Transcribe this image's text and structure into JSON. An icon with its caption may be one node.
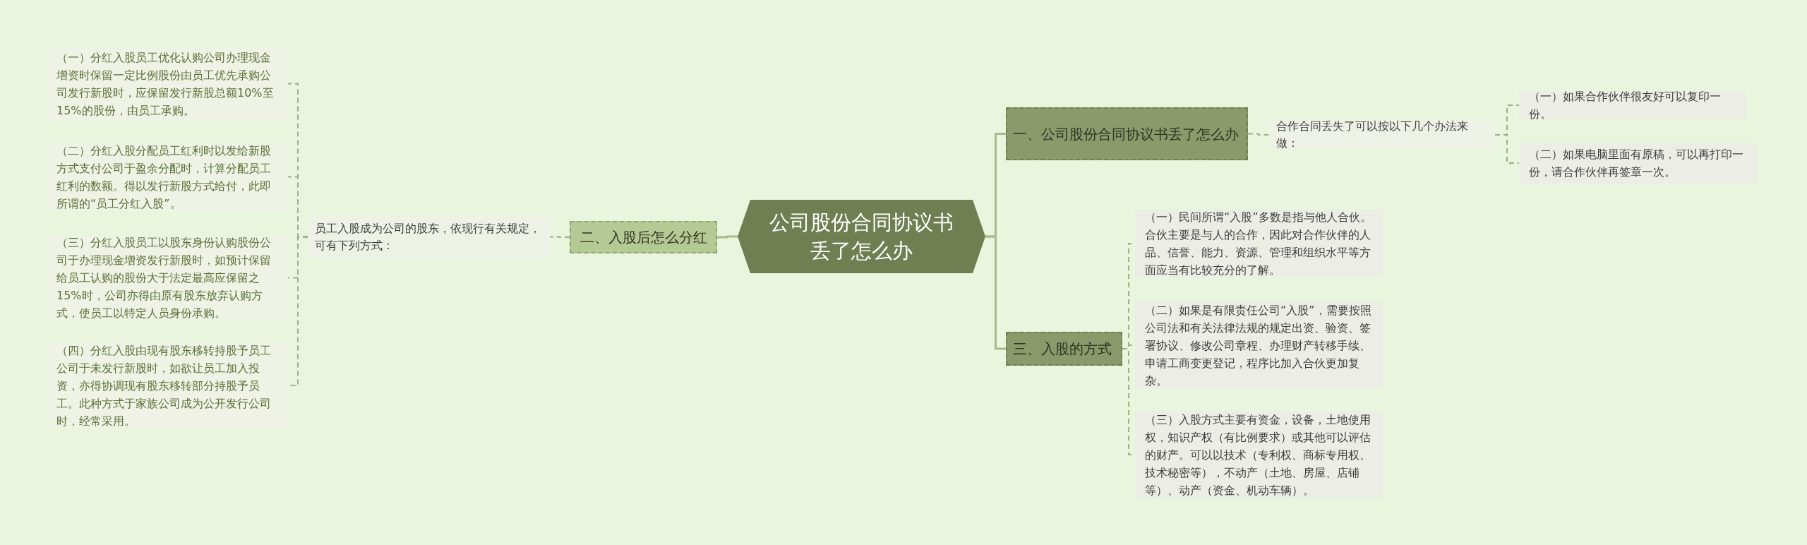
{
  "diagram": {
    "nodes": [
      {
        "text": [
          "公司股份合同协议书丢了怎么办"
        ]
      },
      {
        "text": [
          "一、公司股份合同协议书丢了怎么办"
        ]
      },
      {
        "text": [
          "合作合同丢失了可以按以下几个办法来做："
        ]
      },
      {
        "text": [
          "（一）如果合作伙伴很友好可以复印一份。"
        ]
      },
      {
        "text": [
          "（二）如果电脑里面有原稿，可以再打印一份，请合作伙伴再签章一次。"
        ]
      },
      {
        "text": [
          "三、入股的方式"
        ]
      },
      {
        "text": [
          "（一）民间所谓“入股”多数是指与他人合伙。合伙主要是与人的合作，因此对合作伙伴的人品、信誉、能力、资源、管理和组织水平等方面应当有比较充分的了解。"
        ]
      },
      {
        "text": [
          "（二）如果是有限责任公司“入股”，需要按照公司法和有关法律法规的规定出资、验资、签署协议、修改公司章程、办理财产转移手续、申请工商变更登记，程序比加入合伙更加复杂。"
        ]
      },
      {
        "text": [
          "（三）入股方式主要有资金，设备，土地使用权，知识产权（有比例要求）或其他可以评估的财产。可以以技术（专利权、商标专用权、技术秘密等），不动产（土地、房屋、店铺等）、动产（资金、机动车辆）。"
        ]
      },
      {
        "text": [
          "二、入股后怎么分红"
        ]
      },
      {
        "text": [
          "员工入股成为公司的股东，依现行有关规定，可有下列方式："
        ]
      },
      {
        "text": [
          "（一）分红入股员工优化认购公司办理现金增资时保留一定比例股份由员工优先承购公司发行新股时，应保留发行新股总额10%至15%的股份，由员工承购。"
        ]
      },
      {
        "text": [
          "（二）分红入股分配员工红利时以发给新股方式支付公司于盈余分配时，计算分配员工红利的数额。得以发行新股方式给付，此即所谓的“员工分红入股”。"
        ]
      },
      {
        "text": [
          "（三）分红入股员工以股东身份认购股份公司于办理现金增资发行新股时，如预计保留给员工认购的股份大于法定最高应保留之15%时，公司亦得由原有股东放弃认购方式，使员工以特定人员身份承购。"
        ]
      },
      {
        "text": [
          "（四）分红入股由现有股东移转持股予员工公司于未发行新股时，如欲让员工加入投资，亦得协调现有股东移转部分持股予员工。此种方式于家族公司成为公开发行公司时，经常采用。"
        ]
      }
    ],
    "edges": [
      {
        "from": 0,
        "to": 1,
        "arrow": "none"
      },
      {
        "from": 1,
        "to": 2,
        "arrow": "none",
        "style": "dashed"
      },
      {
        "from": 2,
        "to": 3,
        "arrow": "none",
        "style": "dashed"
      },
      {
        "from": 2,
        "to": 4,
        "arrow": "none",
        "style": "dashed"
      },
      {
        "from": 0,
        "to": 5,
        "arrow": "none"
      },
      {
        "from": 5,
        "to": 6,
        "arrow": "none",
        "style": "dashed"
      },
      {
        "from": 5,
        "to": 7,
        "arrow": "none",
        "style": "dashed"
      },
      {
        "from": 5,
        "to": 8,
        "arrow": "none",
        "style": "dashed"
      },
      {
        "from": 0,
        "to": 9,
        "arrow": "none"
      },
      {
        "from": 9,
        "to": 10,
        "arrow": "none",
        "style": "dashed"
      },
      {
        "from": 10,
        "to": 11,
        "arrow": "none",
        "style": "dashed"
      },
      {
        "from": 10,
        "to": 12,
        "arrow": "none",
        "style": "dashed"
      },
      {
        "from": 10,
        "to": 13,
        "arrow": "none",
        "style": "dashed"
      },
      {
        "from": 10,
        "to": 14,
        "arrow": "none",
        "style": "dashed"
      }
    ]
  }
}
